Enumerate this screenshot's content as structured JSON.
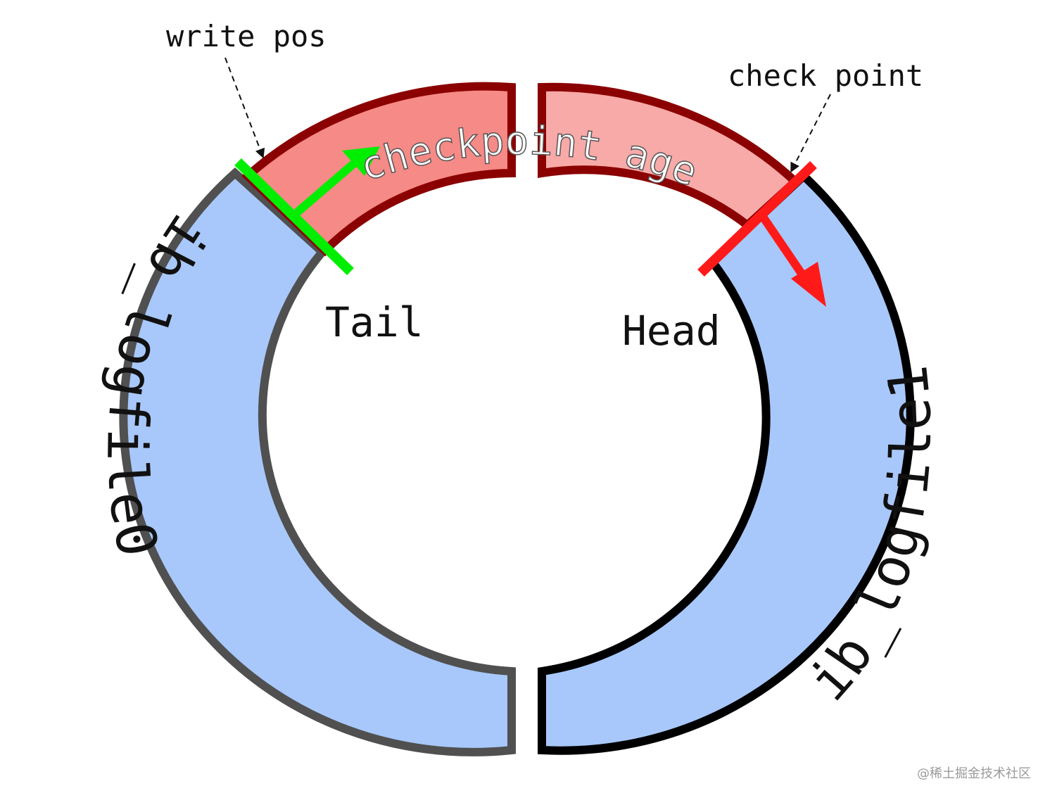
{
  "labels": {
    "write_pos": "write pos",
    "check_point": "check point",
    "checkpoint_age": "checkpoint age",
    "tail": "Tail",
    "head": "Head",
    "file0": "ib_logfile0",
    "file1": "ib_logfile1"
  },
  "watermark": "@稀土掘金技术社区",
  "colors": {
    "log_fill": "#a8c8fb",
    "file0_stroke": "#505050",
    "file1_stroke": "#000000",
    "age_fill_left": "#f58a86",
    "age_fill_right": "#f7aaa8",
    "age_stroke": "#8b0000",
    "write_pos_marker": "#00ee00",
    "checkpoint_marker": "#ff1a1a"
  }
}
